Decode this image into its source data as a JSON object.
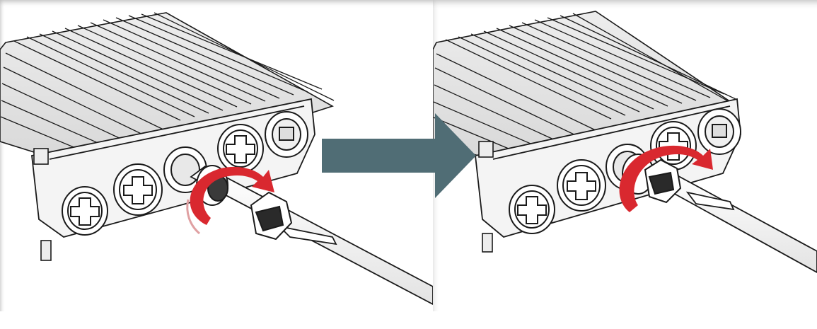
{
  "colors": {
    "arrow_fill": "#506d75",
    "rotation_arrow": "#d9282f",
    "line_art": "#1a1a1a",
    "housing_shade": "#cfcfcf"
  },
  "icons": {
    "transition": "right-arrow-icon",
    "rotation": "curved-rotation-arrow-icon",
    "port_plug": "cross-plug-icon"
  },
  "steps": [
    {
      "id": "before",
      "state": "gland nut loose on cable"
    },
    {
      "id": "after",
      "state": "gland nut tightened onto port"
    }
  ]
}
